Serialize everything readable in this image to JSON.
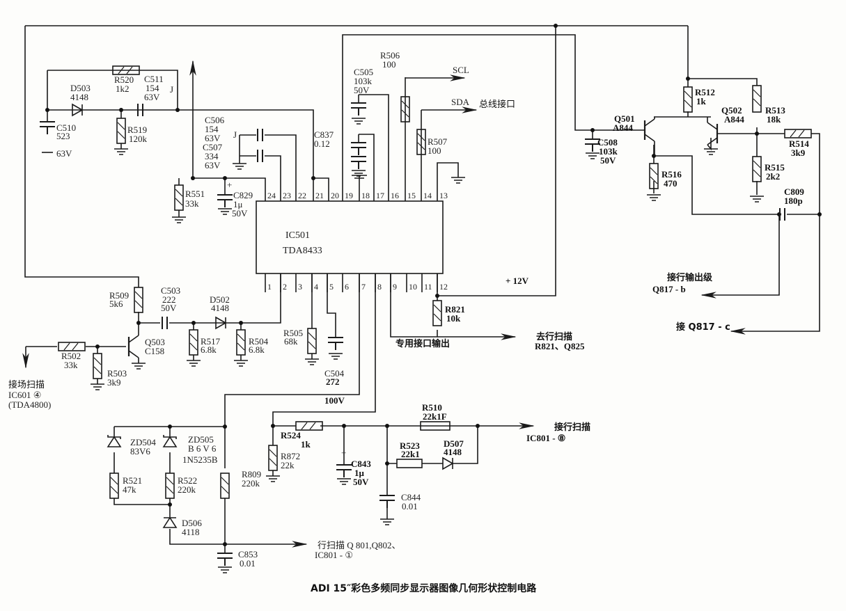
{
  "caption": "ADI 15″彩色多频同步显示器图像几何形状控制电路",
  "ic": {
    "ref": "IC501",
    "part": "TDA8433",
    "top_pins": [
      "24",
      "23",
      "22",
      "21",
      "20",
      "19",
      "18",
      "17",
      "16",
      "15",
      "14",
      "13"
    ],
    "bottom_pins": [
      "1",
      "2",
      "3",
      "4",
      "5",
      "6",
      "7",
      "8",
      "9",
      "10",
      "11",
      "12"
    ]
  },
  "components": {
    "R520": {
      "ref": "R520",
      "value": "1k2"
    },
    "D503": {
      "ref": "D503",
      "value": "4148"
    },
    "C511": {
      "ref": "C511",
      "value": "154",
      "voltage": "63V"
    },
    "C510": {
      "ref": "C510",
      "value": "523",
      "voltage": "63V"
    },
    "R519": {
      "ref": "R519",
      "value": "120k"
    },
    "J_label": "J",
    "C506": {
      "ref": "C506",
      "value": "154",
      "voltage": "63V"
    },
    "C507": {
      "ref": "C507",
      "value": "334",
      "voltage": "63V"
    },
    "C837": {
      "ref": "C837",
      "value": "0.12"
    },
    "R551": {
      "ref": "R551",
      "value": "33k"
    },
    "C829": {
      "ref": "C829",
      "value": "1μ",
      "voltage": "50V",
      "polarity": "+"
    },
    "C505": {
      "ref": "C505",
      "value": "103k",
      "voltage": "50V"
    },
    "R506": {
      "ref": "R506",
      "value": "100"
    },
    "R507": {
      "ref": "R507",
      "value": "100"
    },
    "Q501": {
      "ref": "Q501",
      "value": "A844"
    },
    "Q502": {
      "ref": "Q502",
      "value": "A844"
    },
    "C508": {
      "ref": "C508",
      "value": "103k",
      "voltage": "50V"
    },
    "R512": {
      "ref": "R512",
      "value": "1k"
    },
    "R513": {
      "ref": "R513",
      "value": "18k"
    },
    "R514": {
      "ref": "R514",
      "value": "3k9"
    },
    "R515": {
      "ref": "R515",
      "value": "2k2"
    },
    "R516": {
      "ref": "R516",
      "value": "470"
    },
    "C809": {
      "ref": "C809",
      "value": "180p"
    },
    "R509": {
      "ref": "R509",
      "value": "5k6"
    },
    "C503": {
      "ref": "C503",
      "value": "222",
      "voltage": "50V"
    },
    "D502": {
      "ref": "D502",
      "value": "4148"
    },
    "R517": {
      "ref": "R517",
      "value": "6.8k"
    },
    "R504": {
      "ref": "R504",
      "value": "6.8k"
    },
    "R505": {
      "ref": "R505",
      "value": "68k"
    },
    "C504": {
      "ref": "C504",
      "value": "272"
    },
    "Q503": {
      "ref": "Q503",
      "value": "C158"
    },
    "R502": {
      "ref": "R502",
      "value": "33k"
    },
    "R503": {
      "ref": "R503",
      "value": "3k9"
    },
    "R821": {
      "ref": "R821",
      "value": "10k"
    },
    "ZD504": {
      "ref": "ZD504",
      "value": "83V6"
    },
    "ZD505": {
      "ref": "ZD505",
      "value": "B 6 V 6",
      "part": "1N5235B"
    },
    "R521": {
      "ref": "R521",
      "value": "47k"
    },
    "R522": {
      "ref": "R522",
      "value": "220k"
    },
    "D506": {
      "ref": "D506",
      "value": "4118"
    },
    "R809": {
      "ref": "R809",
      "value": "220k"
    },
    "C853": {
      "ref": "C853",
      "value": "0.01"
    },
    "R872": {
      "ref": "R872",
      "value": "22k"
    },
    "R524": {
      "ref": "R524",
      "value": "1k"
    },
    "C843": {
      "ref": "C843",
      "value": "1μ",
      "voltage": "50V",
      "polarity": "+"
    },
    "R510": {
      "ref": "R510",
      "value": "22k1F"
    },
    "R523": {
      "ref": "R523",
      "value": "22k1"
    },
    "D507": {
      "ref": "D507",
      "value": "4148"
    },
    "C844": {
      "ref": "C844",
      "value": "0.01"
    }
  },
  "nets": {
    "scl": "SCL",
    "sda": "SDA",
    "bus_interface": "总线接口",
    "plus12v": "+ 12V",
    "v100": "100V",
    "to_line_output_1": "接行输出级",
    "to_line_output_2": "Q817 - b",
    "to_q817c": "接 Q817 - c",
    "to_hscan_1": "去行扫描",
    "to_hscan_2": "R821、Q825",
    "dedicated_output": "专用接口输出",
    "field_scan_1": "接场扫描",
    "field_scan_2": "IC601  ④",
    "field_scan_3": "(TDA4800)",
    "line_scan_1": "行扫描 Q 801,Q802、",
    "line_scan_2": "IC801 - ①",
    "hscan_in_1": "接行扫描",
    "hscan_in_2": "IC801 - ⑧"
  }
}
